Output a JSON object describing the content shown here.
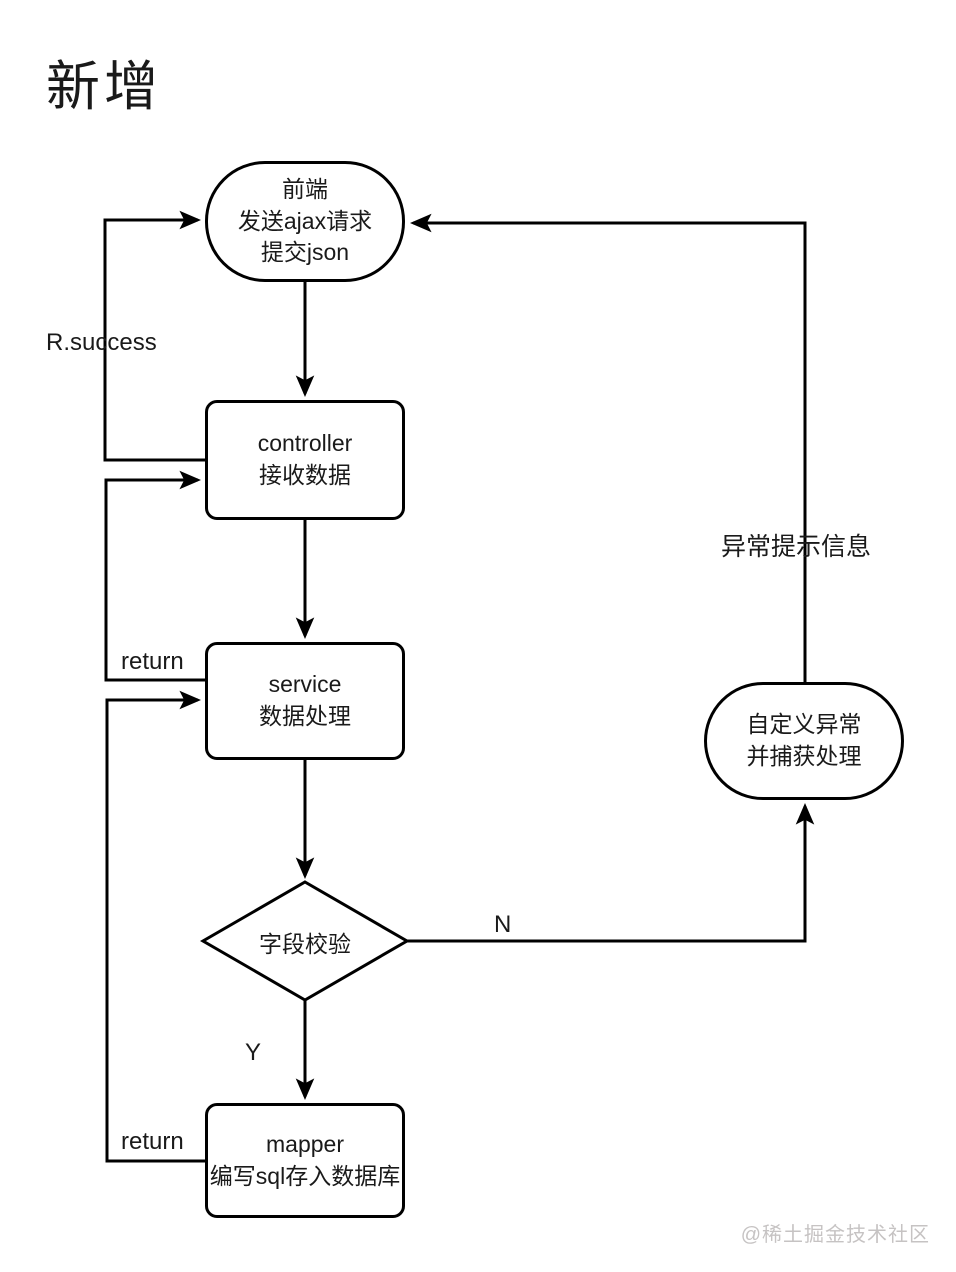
{
  "title": "新增",
  "nodes": {
    "frontend": {
      "lines": [
        "前端",
        "发送ajax请求",
        "提交json"
      ]
    },
    "controller": {
      "lines": [
        "controller",
        "接收数据"
      ]
    },
    "service": {
      "lines": [
        "service",
        "数据处理"
      ]
    },
    "field_check": {
      "lines": [
        "字段校验"
      ]
    },
    "mapper": {
      "lines": [
        "mapper",
        "编写sql存入数据库"
      ]
    },
    "custom_exception": {
      "lines": [
        "自定义异常",
        "并捕获处理"
      ]
    }
  },
  "edge_labels": {
    "r_success": "R.success",
    "return_to_controller": "return",
    "return_to_service": "return",
    "yes": "Y",
    "no": "N",
    "exception_message": "异常提示信息"
  },
  "watermark": "@稀土掘金技术社区",
  "colors": {
    "line": "#000000",
    "background": "#ffffff",
    "watermark": "#c6c3c3"
  }
}
